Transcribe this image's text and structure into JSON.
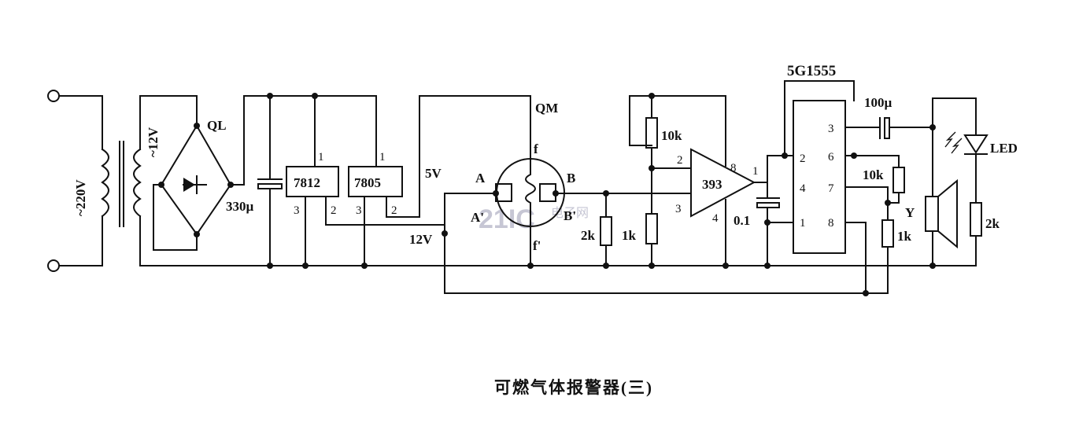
{
  "title": "可燃气体报警器(三)",
  "watermark": {
    "brand": "21IC",
    "sub": "电子网"
  },
  "labels": {
    "mains": "~220V",
    "secondary": "~12V",
    "rectifier": "QL",
    "filter_cap": "330µ",
    "reg1": "7812",
    "reg2": "7805",
    "v5": "5V",
    "v12": "12V",
    "sensor": "QM",
    "sensor_f": "f",
    "sensor_f2": "f'",
    "sensor_a": "A",
    "sensor_a2": "A'",
    "sensor_b": "B",
    "sensor_b2": "B'",
    "r_load": "2k",
    "r_div_low": "1k",
    "r_div_high": "10k",
    "comparator": "393",
    "timer": "5G1555",
    "cap_timing": "0.1",
    "cap_out": "100µ",
    "r_timer_a": "10k",
    "r_timer_b": "1k",
    "led": "LED",
    "r_led": "2k",
    "speaker": "Y"
  },
  "pins": {
    "reg_in": "1",
    "reg_gnd": "3",
    "reg_out": "2",
    "cmp_p2": "2",
    "cmp_p3": "3",
    "cmp_p8": "8",
    "cmp_p4": "4",
    "cmp_p1": "1",
    "t_p2": "2",
    "t_p4": "4",
    "t_p1": "1",
    "t_p3": "3",
    "t_p6": "6",
    "t_p7": "7",
    "t_p8": "8"
  }
}
